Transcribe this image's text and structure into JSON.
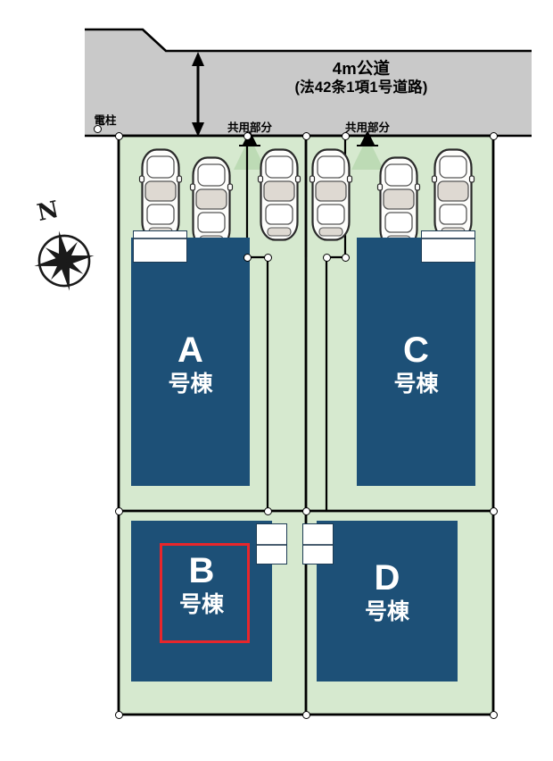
{
  "diagram": {
    "kind": "site-plan",
    "title_road": {
      "line1": "4m公道",
      "line2": "(法42条1項1号道路)"
    },
    "utility_pole_label": "電柱",
    "shared_area_label": "共用部分",
    "compass_north": "N",
    "colors": {
      "road_fill": "#c9c9c9",
      "lot_fill": "#d6e9cf",
      "building_fill": "#1d5077",
      "highlight": "#e8262b",
      "line": "#000000",
      "balcony_fill": "#ffffff"
    },
    "buildings": [
      {
        "id": "A",
        "letter": "A",
        "suffix": "号棟",
        "highlighted": false,
        "balcony": "top-left"
      },
      {
        "id": "B",
        "letter": "B",
        "suffix": "号棟",
        "highlighted": true,
        "balcony": "top-right"
      },
      {
        "id": "C",
        "letter": "C",
        "suffix": "号棟",
        "highlighted": false,
        "balcony": "top-right"
      },
      {
        "id": "D",
        "letter": "D",
        "suffix": "号棟",
        "highlighted": false,
        "balcony": "top-left"
      }
    ],
    "shared_area_markers": 2,
    "parking_spaces": 6,
    "boundary_markers": 14
  }
}
